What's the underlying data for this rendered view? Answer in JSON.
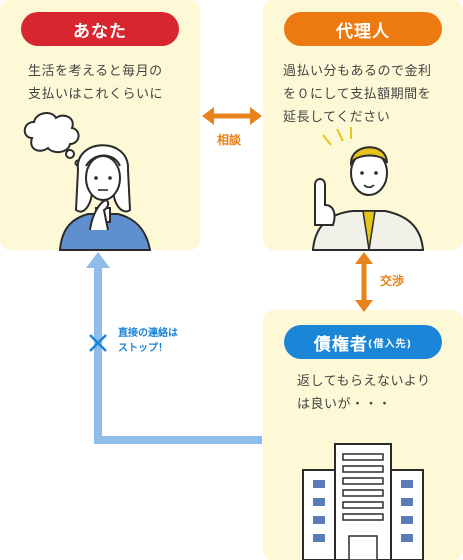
{
  "you": {
    "title": "あなた",
    "line1": "生活を考えると毎月の",
    "line2": "支払いはこれくらいに",
    "color": "#d7262f"
  },
  "agent": {
    "title": "代理人",
    "line1": "過払い分もあるので金利",
    "line2": "を０にして支払額期間を",
    "line3": "延長してください",
    "color": "#ec7a10"
  },
  "creditor": {
    "title": "債権者",
    "title_sub": "(借入先)",
    "line1": "返してもらえないより",
    "line2": "は良いが・・・",
    "color": "#1b86d8"
  },
  "arrows": {
    "consult": "相談",
    "negotiate": "交渉",
    "stop_line1": "直接の連絡は",
    "stop_line2": "ストップ！",
    "accent": "#e8831b",
    "blue_line": "#8fbde9"
  }
}
